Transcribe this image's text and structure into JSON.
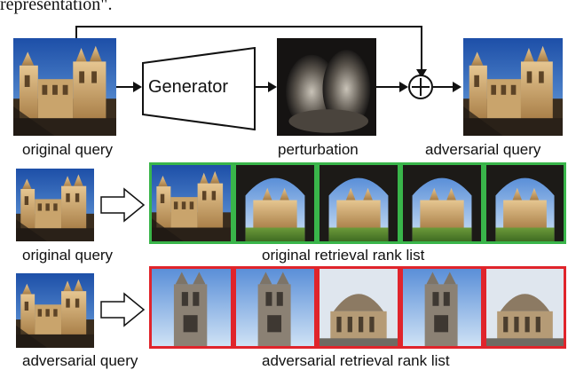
{
  "header_fragment": "representation\".",
  "pipeline": {
    "generator_label": "Generator",
    "captions": {
      "original_query": "original query",
      "perturbation": "perturbation",
      "adversarial_query": "adversarial query"
    }
  },
  "row_original": {
    "query_caption": "original query",
    "list_caption": "original retrieval rank list",
    "frame_color": "#39b54a"
  },
  "row_adversarial": {
    "query_caption": "adversarial query",
    "list_caption": "adversarial retrieval rank list",
    "frame_color": "#e0242b"
  }
}
